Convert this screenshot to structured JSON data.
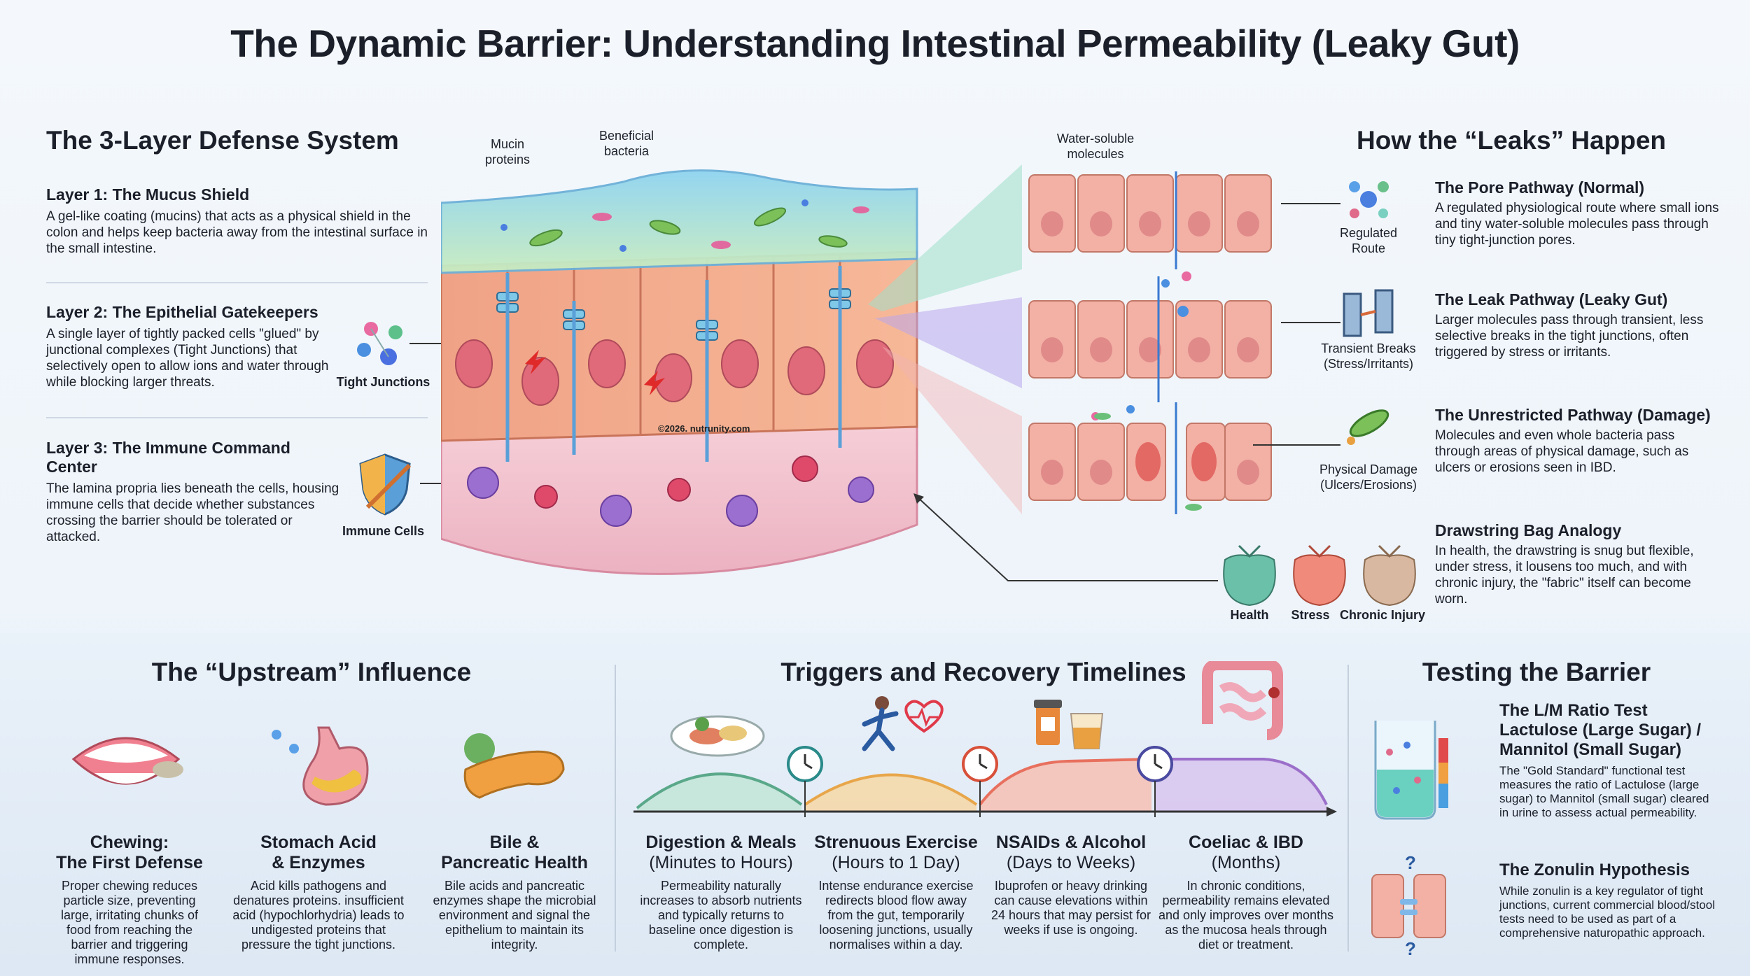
{
  "title": "The Dynamic Barrier: Understanding Intestinal Permeability (Leaky Gut)",
  "left": {
    "heading": "The 3-Layer Defense System",
    "layers": [
      {
        "title": "Layer 1: The Mucus Shield",
        "desc": "A gel-like coating (mucins) that acts as a physical shield in the colon and helps keep bacteria away from the intestinal surface in the small intestine."
      },
      {
        "title": "Layer 2: The Epithelial Gatekeepers",
        "desc": "A single layer of tightly packed cells \"glued\" by junctional complexes (Tight Junctions) that selectively open to allow ions and water through while blocking larger threats."
      },
      {
        "title": "Layer 3: The Immune Command Center",
        "desc": "The lamina propria lies beneath the cells, housing immune cells that decide whether substances crossing the barrier should be tolerated or attacked."
      }
    ]
  },
  "illustration": {
    "mucin_label": "Mucin proteins",
    "bacteria_label": "Beneficial bacteria",
    "tight_junctions_label": "Tight Junctions",
    "immune_cells_label": "Immune Cells",
    "watermark": "©2026. nutrunity.com"
  },
  "right": {
    "heading": "How the “Leaks” Happen",
    "water_label": "Water-soluble molecules",
    "pathways": [
      {
        "icon_label": "Regulated Route",
        "title": "The Pore Pathway (Normal)",
        "desc": "A regulated physiological route where small ions and tiny water-soluble molecules pass through tiny tight-junction pores."
      },
      {
        "icon_label": "Transient Breaks (Stress/Irritants)",
        "title": "The Leak Pathway (Leaky Gut)",
        "desc": "Larger molecules pass through transient, less selective breaks in the tight junctions, often triggered by stress or irritants."
      },
      {
        "icon_label": "Physical Damage (Ulcers/Erosions)",
        "title": "The Unrestricted Pathway (Damage)",
        "desc": "Molecules and even whole bacteria pass through areas of physical damage, such as ulcers or erosions seen in IBD."
      }
    ],
    "analogy": {
      "title": "Drawstring Bag Analogy",
      "desc": "In health, the drawstring is snug but flexible, under stress, it lousens too much, and with chronic injury, the \"fabric\" itself can become worn.",
      "bags": [
        "Health",
        "Stress",
        "Chronic Injury"
      ]
    }
  },
  "upstream": {
    "heading": "The “Upstream” Influence",
    "cards": [
      {
        "title": "Chewing:",
        "subtitle": "The First Defense",
        "desc": "Proper chewing reduces particle size, preventing large, irritating chunks of food from reaching the barrier and triggering immune responses."
      },
      {
        "title": "Stomach Acid",
        "subtitle": "& Enzymes",
        "desc": "Acid kills pathogens and denatures proteins. insufficient acid (hypochlorhydria) leads to undigested proteins that pressure the tight junctions."
      },
      {
        "title": "Bile &",
        "subtitle": "Pancreatic Health",
        "desc": "Bile acids and pancreatic enzymes shape the microbial environment and signal the epithelium to maintain its integrity."
      }
    ]
  },
  "triggers": {
    "heading": "Triggers and Recovery Timelines",
    "items": [
      {
        "title": "Digestion & Meals",
        "subtitle": "(Minutes to Hours)",
        "desc": "Permeability naturally increases to absorb nutrients and typically returns to baseline once digestion is complete."
      },
      {
        "title": "Strenuous Exercise",
        "subtitle": "(Hours to 1 Day)",
        "desc": "Intense endurance exercise redirects blood flow away from the gut, temporarily loosening junctions, usually normalises within a day."
      },
      {
        "title": "NSAIDs & Alcohol",
        "subtitle": "(Days to Weeks)",
        "desc": "Ibuprofen or heavy drinking can cause elevations within 24 hours that may persist for weeks if use is ongoing."
      },
      {
        "title": "Coeliac & IBD",
        "subtitle": "(Months)",
        "desc": "In chronic conditions, permeability remains elevated and only improves over months as the mucosa heals through diet or treatment."
      }
    ],
    "colors": [
      "#5aa88a",
      "#e8a64a",
      "#e8705e",
      "#9b6fc9"
    ]
  },
  "testing": {
    "heading": "Testing the Barrier",
    "tests": [
      {
        "title": "The L/M Ratio Test Lactulose (Large Sugar) / Mannitol (Small Sugar)",
        "desc": "The \"Gold Standard\" functional test measures the ratio of Lactulose (large sugar) to Mannitol (small sugar) cleared in urine to assess actual permeability."
      },
      {
        "title": "The Zonulin Hypothesis",
        "desc": "While zonulin is a key regulator of tight junctions, current commercial blood/stool tests need to be used as part of a comprehensive naturopathic approach."
      }
    ]
  }
}
